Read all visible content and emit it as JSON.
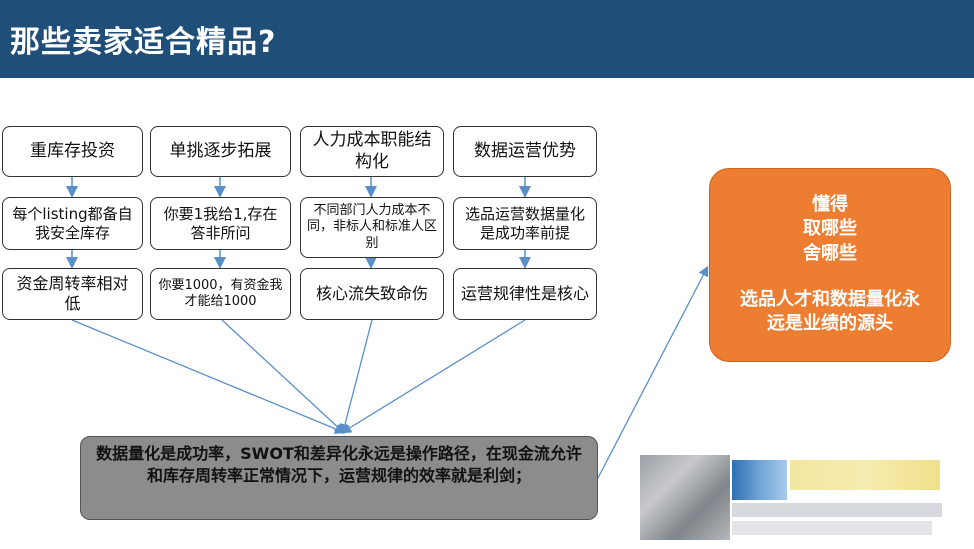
{
  "header": {
    "title": "那些卖家适合精品?"
  },
  "columns": [
    {
      "top": "重库存投资",
      "middle": "每个listing都备自我安全库存",
      "bottom": "资金周转率相对低"
    },
    {
      "top": "单挑逐步拓展",
      "middle": "你要1我给1,存在答非所问",
      "bottom": "你要1000，有资金我才能给1000"
    },
    {
      "top": "人力成本职能结构化",
      "middle": "不同部门人力成本不同，非标人和标准人区别",
      "bottom": "核心流失致命伤"
    },
    {
      "top": "数据运营优势",
      "middle": "选品运营数据量化是成功率前提",
      "bottom": "运营规律性是核心"
    }
  ],
  "conclusion": "数据量化是成功率，SWOT和差异化永远是操作路径，在现金流允许和库存周转率正常情况下，运营规律的效率就是利剑；",
  "result": {
    "lines": [
      "懂得",
      "取哪些",
      "舍哪些"
    ],
    "summary": [
      "选品人才和数据量化永",
      "远是业绩的源头"
    ]
  },
  "colors": {
    "header": "#1f4e79",
    "result": "#ed7d31",
    "conclusion": "#8c8c8c",
    "arrow": "#5b8fc7"
  }
}
